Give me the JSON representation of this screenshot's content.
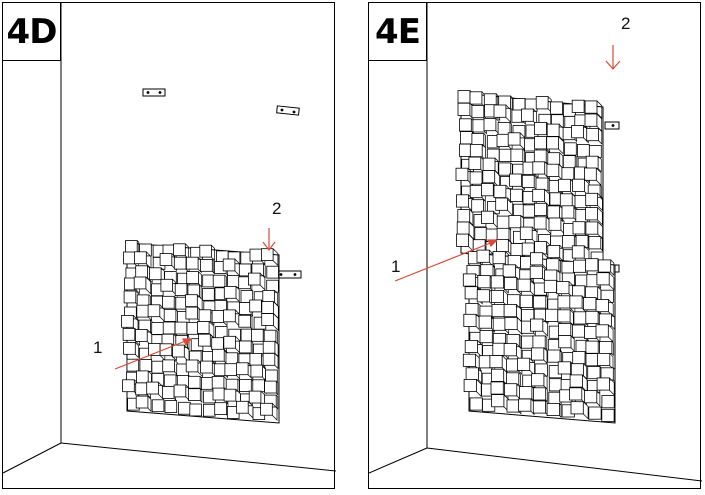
{
  "panels": [
    {
      "label": "4D",
      "callouts": {
        "one": "1",
        "two": "2"
      }
    },
    {
      "label": "4E",
      "callouts": {
        "one": "1",
        "two": "2"
      }
    }
  ],
  "colors": {
    "arrow": "#d94a3a",
    "line": "#000000",
    "cube_fill": "#ffffff"
  }
}
